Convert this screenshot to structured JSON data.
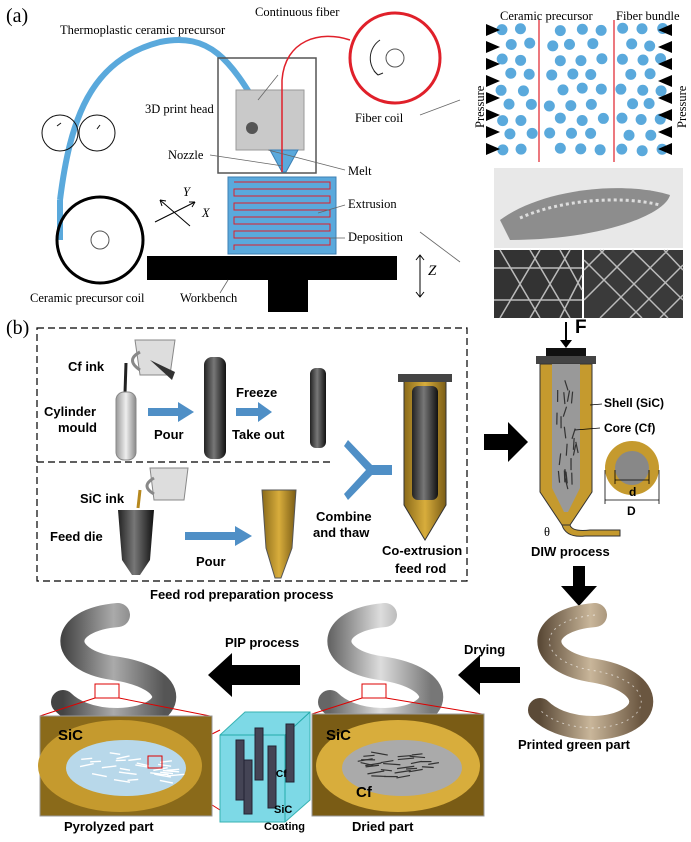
{
  "panel_a": {
    "panel_label": "(a)",
    "labels": {
      "thermoplastic": "Thermoplastic ceramic precursor",
      "continuous_fiber": "Continuous fiber",
      "print_head": "3D print head",
      "nozzle": "Nozzle",
      "fiber_coil": "Fiber coil",
      "melt": "Melt",
      "extrusion": "Extrusion",
      "deposition": "Deposition",
      "axis_y": "Y",
      "axis_x": "X",
      "axis_z": "Z",
      "precursor_coil": "Ceramic precursor coil",
      "workbench": "Workbench",
      "ceramic_precursor": "Ceramic precursor",
      "fiber_bundle": "Fiber bundle",
      "pressure_left": "Pressure",
      "pressure_right": "Pressure"
    }
  },
  "panel_b": {
    "panel_label": "(b)",
    "labels": {
      "cf_ink": "Cf ink",
      "cylinder": "Cylinder",
      "mould": "mould",
      "pour1": "Pour",
      "freeze": "Freeze",
      "take_out": "Take out",
      "sic_ink": "SiC ink",
      "feed_die": "Feed die",
      "pour2": "Pour",
      "combine": "Combine",
      "and_thaw": "and thaw",
      "co_extrusion": "Co-extrusion",
      "feed_rod": "feed rod",
      "prep_process": "Feed rod preparation process",
      "force": "F",
      "shell": "Shell (SiC)",
      "core": "Core (Cf)",
      "d": "d",
      "D": "D",
      "theta": "θ",
      "diw": "DIW process",
      "pip": "PIP process",
      "drying": "Drying",
      "printed_green": "Printed green part",
      "sic1": "SiC",
      "cf1": "Cf",
      "sic2": "SiC",
      "cf2": "Cf",
      "sic_coating_1": "SiC",
      "sic_coating_2": "Coating",
      "pyrolyzed": "Pyrolyzed part",
      "dried": "Dried part"
    }
  },
  "colors": {
    "precursor_blue": "#5aa9dc",
    "fiber_red": "#e0202a",
    "sic_gold": "#c59a2e",
    "arrow_blue": "#4f8fc6"
  }
}
